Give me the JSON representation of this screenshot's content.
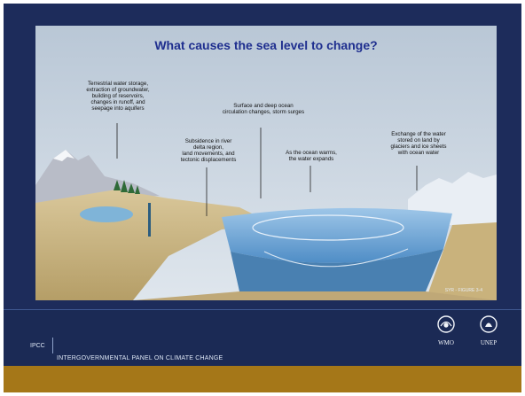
{
  "slide": {
    "title": "What causes the sea level to change?",
    "figure_ref": "SYR - FIGURE 3-4",
    "annotations": {
      "terrestrial": "Terrestrial water storage,\nextraction of groundwater,\nbuilding of reservoirs,\nchanges in runoff, and\nseepage into aquifers",
      "circulation": "Surface and deep ocean\ncirculation changes, storm surges",
      "subsidence": "Subsidence in river\ndelta region,\nland movements, and\ntectonic displacements",
      "warming": "As the ocean warms,\nthe water expands",
      "exchange": "Exchange of the water\nstored on land by\nglaciers and ice sheets\nwith ocean water"
    }
  },
  "footer": {
    "short_name": "IPCC",
    "full_name": "INTERGOVERNMENTAL PANEL ON CLIMATE CHANGE",
    "logos": {
      "wmo": "WMO",
      "unep": "UNEP"
    }
  },
  "colors": {
    "background": "#1d2c5b",
    "title": "#1f2f8f",
    "accent_bar": "#a57718"
  }
}
